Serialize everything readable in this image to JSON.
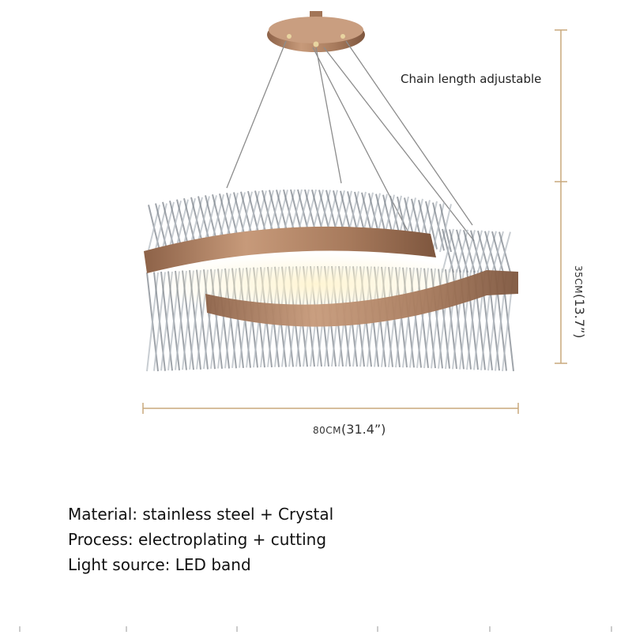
{
  "annotations": {
    "chain_length": "Chain length adjustable",
    "width_metric": "80CM",
    "width_imperial": "(31.4”)",
    "height_metric": "35CM",
    "height_imperial": "(13.7”)"
  },
  "specs": [
    "Material: stainless steel + Crystal",
    "Process: electroplating + cutting",
    "Light source: LED band"
  ],
  "colors": {
    "dimension_line": "#c8a97c",
    "metal": "#b98a6a",
    "crystal": "#9fa6ae"
  }
}
